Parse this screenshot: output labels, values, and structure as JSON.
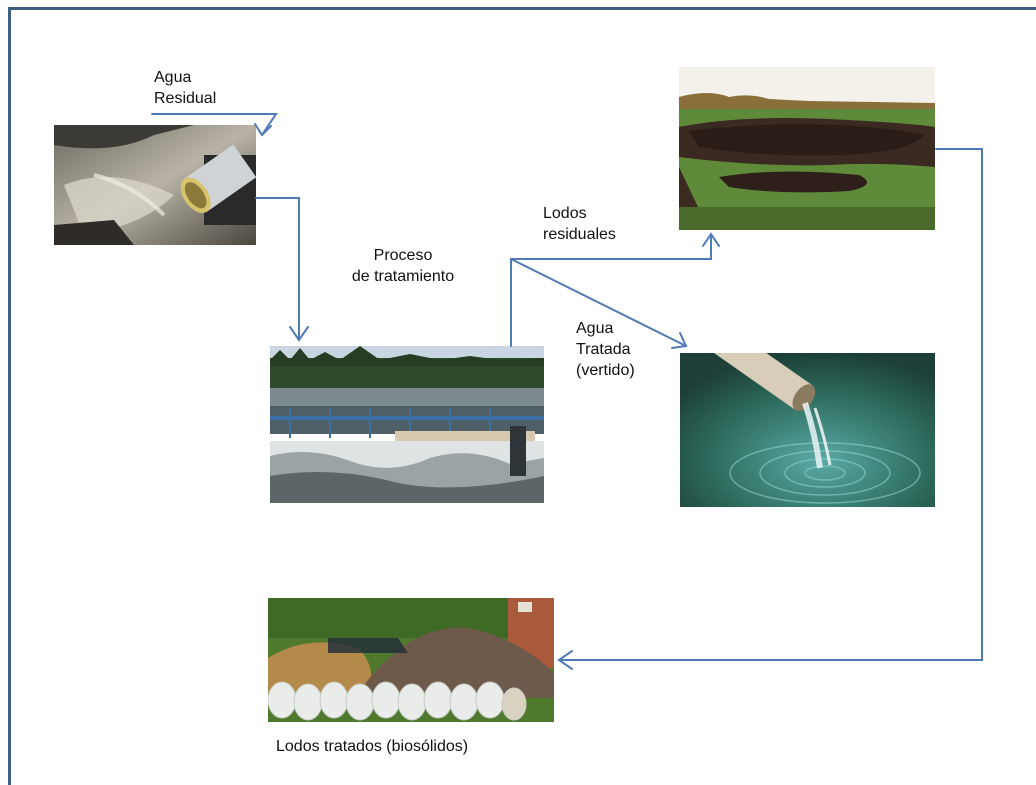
{
  "labels": {
    "agua_residual": "Agua\nResidual",
    "proceso": "Proceso\nde tratamiento",
    "lodos_residuales": "Lodos\nresiduales",
    "agua_tratada": "Agua\nTratada\n(vertido)",
    "lodos_tratados": "Lodos tratados (biosólidos)"
  },
  "colors": {
    "arrow": "#4f7ab8",
    "frame": "#3d5f86"
  }
}
